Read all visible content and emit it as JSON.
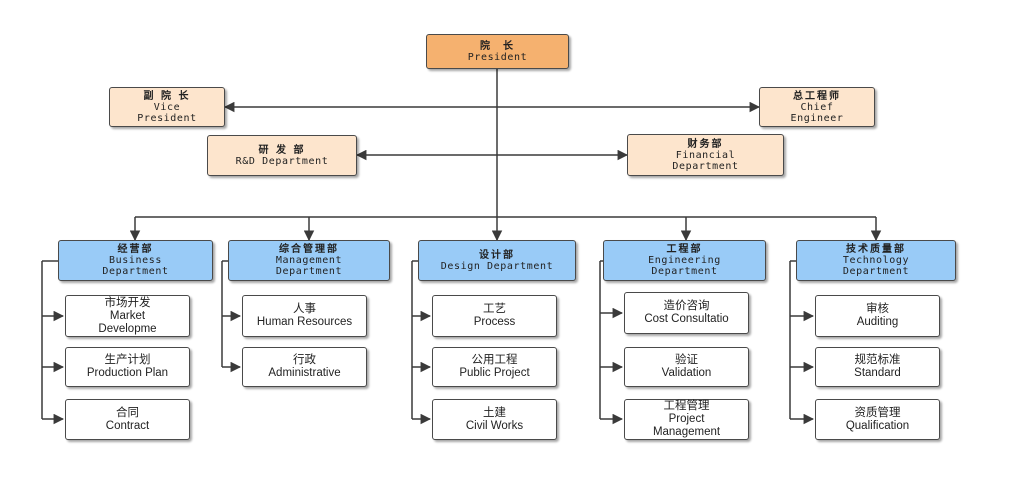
{
  "president": {
    "zh": "院  长",
    "en": "President"
  },
  "vice_president": {
    "zh": "副 院 长",
    "en": [
      "Vice",
      "President"
    ]
  },
  "chief_engineer": {
    "zh": "总工程师",
    "en": [
      "Chief",
      "Engineer"
    ]
  },
  "rnd": {
    "zh": "研 发 部",
    "en": "R&D Department"
  },
  "financial": {
    "zh": "财务部",
    "en": [
      "Financial",
      "Department"
    ]
  },
  "departments": [
    {
      "zh": "经营部",
      "en": [
        "Business",
        "Department"
      ],
      "units": [
        {
          "zh": "市场开发",
          "en": [
            "Market",
            "Developme"
          ]
        },
        {
          "zh": "生产计划",
          "en": [
            "Production Plan"
          ]
        },
        {
          "zh": "合同",
          "en": [
            "Contract"
          ]
        }
      ]
    },
    {
      "zh": "综合管理部",
      "en": [
        "Management",
        "Department"
      ],
      "units": [
        {
          "zh": "人事",
          "en": [
            "Human Resources"
          ]
        },
        {
          "zh": "行政",
          "en": [
            "Administrative"
          ]
        }
      ]
    },
    {
      "zh": "设计部",
      "en": [
        "Design Department"
      ],
      "units": [
        {
          "zh": "工艺",
          "en": [
            "Process"
          ]
        },
        {
          "zh": "公用工程",
          "en": [
            "Public Project"
          ]
        },
        {
          "zh": "土建",
          "en": [
            "Civil Works"
          ]
        }
      ]
    },
    {
      "zh": "工程部",
      "en": [
        "Engineering",
        "Department"
      ],
      "units": [
        {
          "zh": "造价咨询",
          "en": [
            "Cost Consultatio"
          ]
        },
        {
          "zh": "验证",
          "en": [
            "Validation"
          ]
        },
        {
          "zh": "工程管理",
          "en": [
            "Project",
            "Management"
          ]
        }
      ]
    },
    {
      "zh": "技术质量部",
      "en": [
        "Technology",
        "Department"
      ],
      "units": [
        {
          "zh": "审核",
          "en": [
            "Auditing"
          ]
        },
        {
          "zh": "规范标准",
          "en": [
            "Standard"
          ]
        },
        {
          "zh": "资质管理",
          "en": [
            "Qualification"
          ]
        }
      ]
    }
  ],
  "colors": {
    "top": "#f5b16f",
    "mid": "#fde5cd",
    "dept": "#99cbf7",
    "unit": "#ffffff",
    "line": "#3a3a3a"
  }
}
